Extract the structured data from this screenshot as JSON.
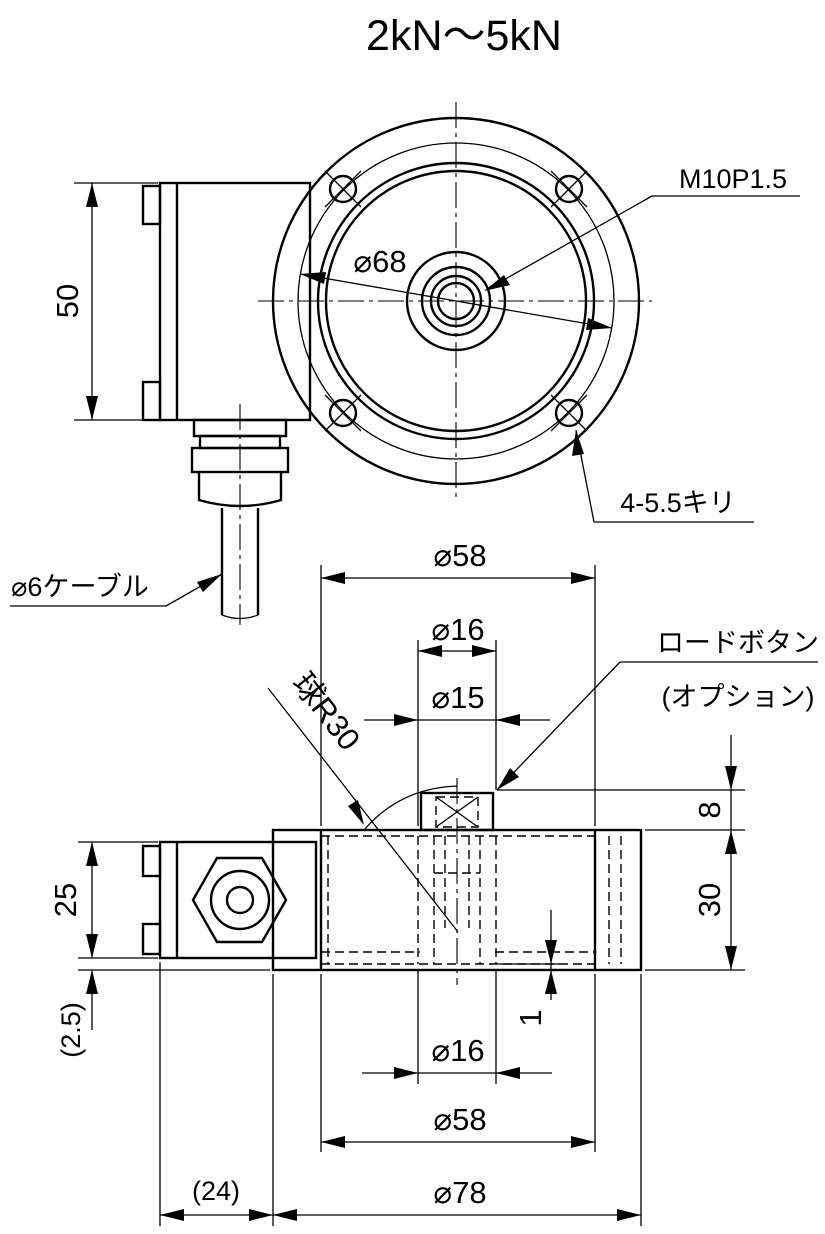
{
  "title": "2kN～5kN",
  "top_view": {
    "dim_height": "50",
    "dim_inner_dia": "⌀68",
    "thread_label": "M10P1.5",
    "holes_label": "4-5.5キリ",
    "cable_label": "⌀6ケーブル"
  },
  "side_view": {
    "dim_dia_58_top": "⌀58",
    "dim_dia_16_top": "⌀16",
    "dim_dia_15": "⌀15",
    "sphere_label": "球R30",
    "load_button_label_1": "ロードボタン",
    "load_button_label_2": "(オプション)",
    "dim_8": "8",
    "dim_30": "30",
    "dim_25": "25",
    "dim_2_5": "(2.5)",
    "dim_1": "1",
    "dim_dia_16_bottom": "⌀16",
    "dim_dia_58_bottom": "⌀58",
    "dim_24": "(24)",
    "dim_dia_78": "⌀78"
  }
}
